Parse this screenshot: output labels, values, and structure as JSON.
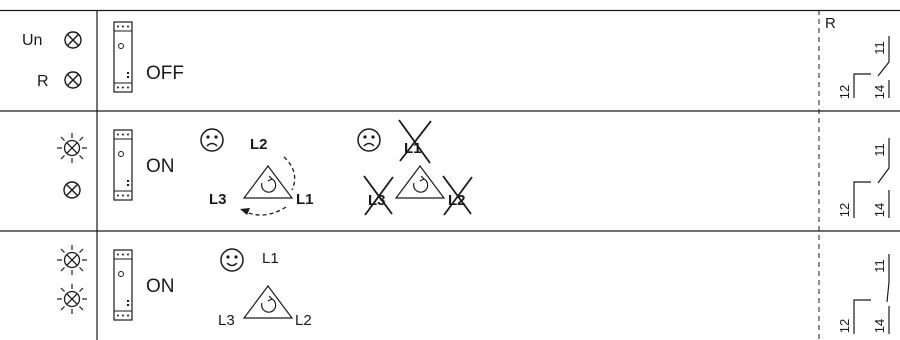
{
  "rows": [
    {
      "led_un_label": "Un",
      "led_r_label": "R",
      "state": "OFF",
      "led_un": "off",
      "led_r": "off"
    },
    {
      "state": "ON",
      "led_un": "on",
      "led_r": "off",
      "seq_a": {
        "mood": "sad",
        "L1": "L1",
        "L2": "L2",
        "L3": "L3"
      },
      "seq_b": {
        "mood": "sad",
        "L1": "L1",
        "L2": "L2",
        "L3": "L3"
      }
    },
    {
      "state": "ON",
      "led_un": "on",
      "led_r": "on",
      "seq": {
        "mood": "happy",
        "L1": "L1",
        "L2": "L2",
        "L3": "L3"
      }
    }
  ],
  "relay": {
    "label": "R",
    "terminal_11": "11",
    "terminal_12": "12",
    "terminal_14": "14"
  },
  "icons": {
    "led_off": "crossed-circle-icon",
    "led_on": "glowing-led-icon",
    "sad": "sad-face-icon",
    "happy": "happy-face-icon",
    "device": "din-rail-relay-icon",
    "rotation": "rotation-triangle-icon",
    "crossed_label": "crossed-out-label-icon"
  }
}
